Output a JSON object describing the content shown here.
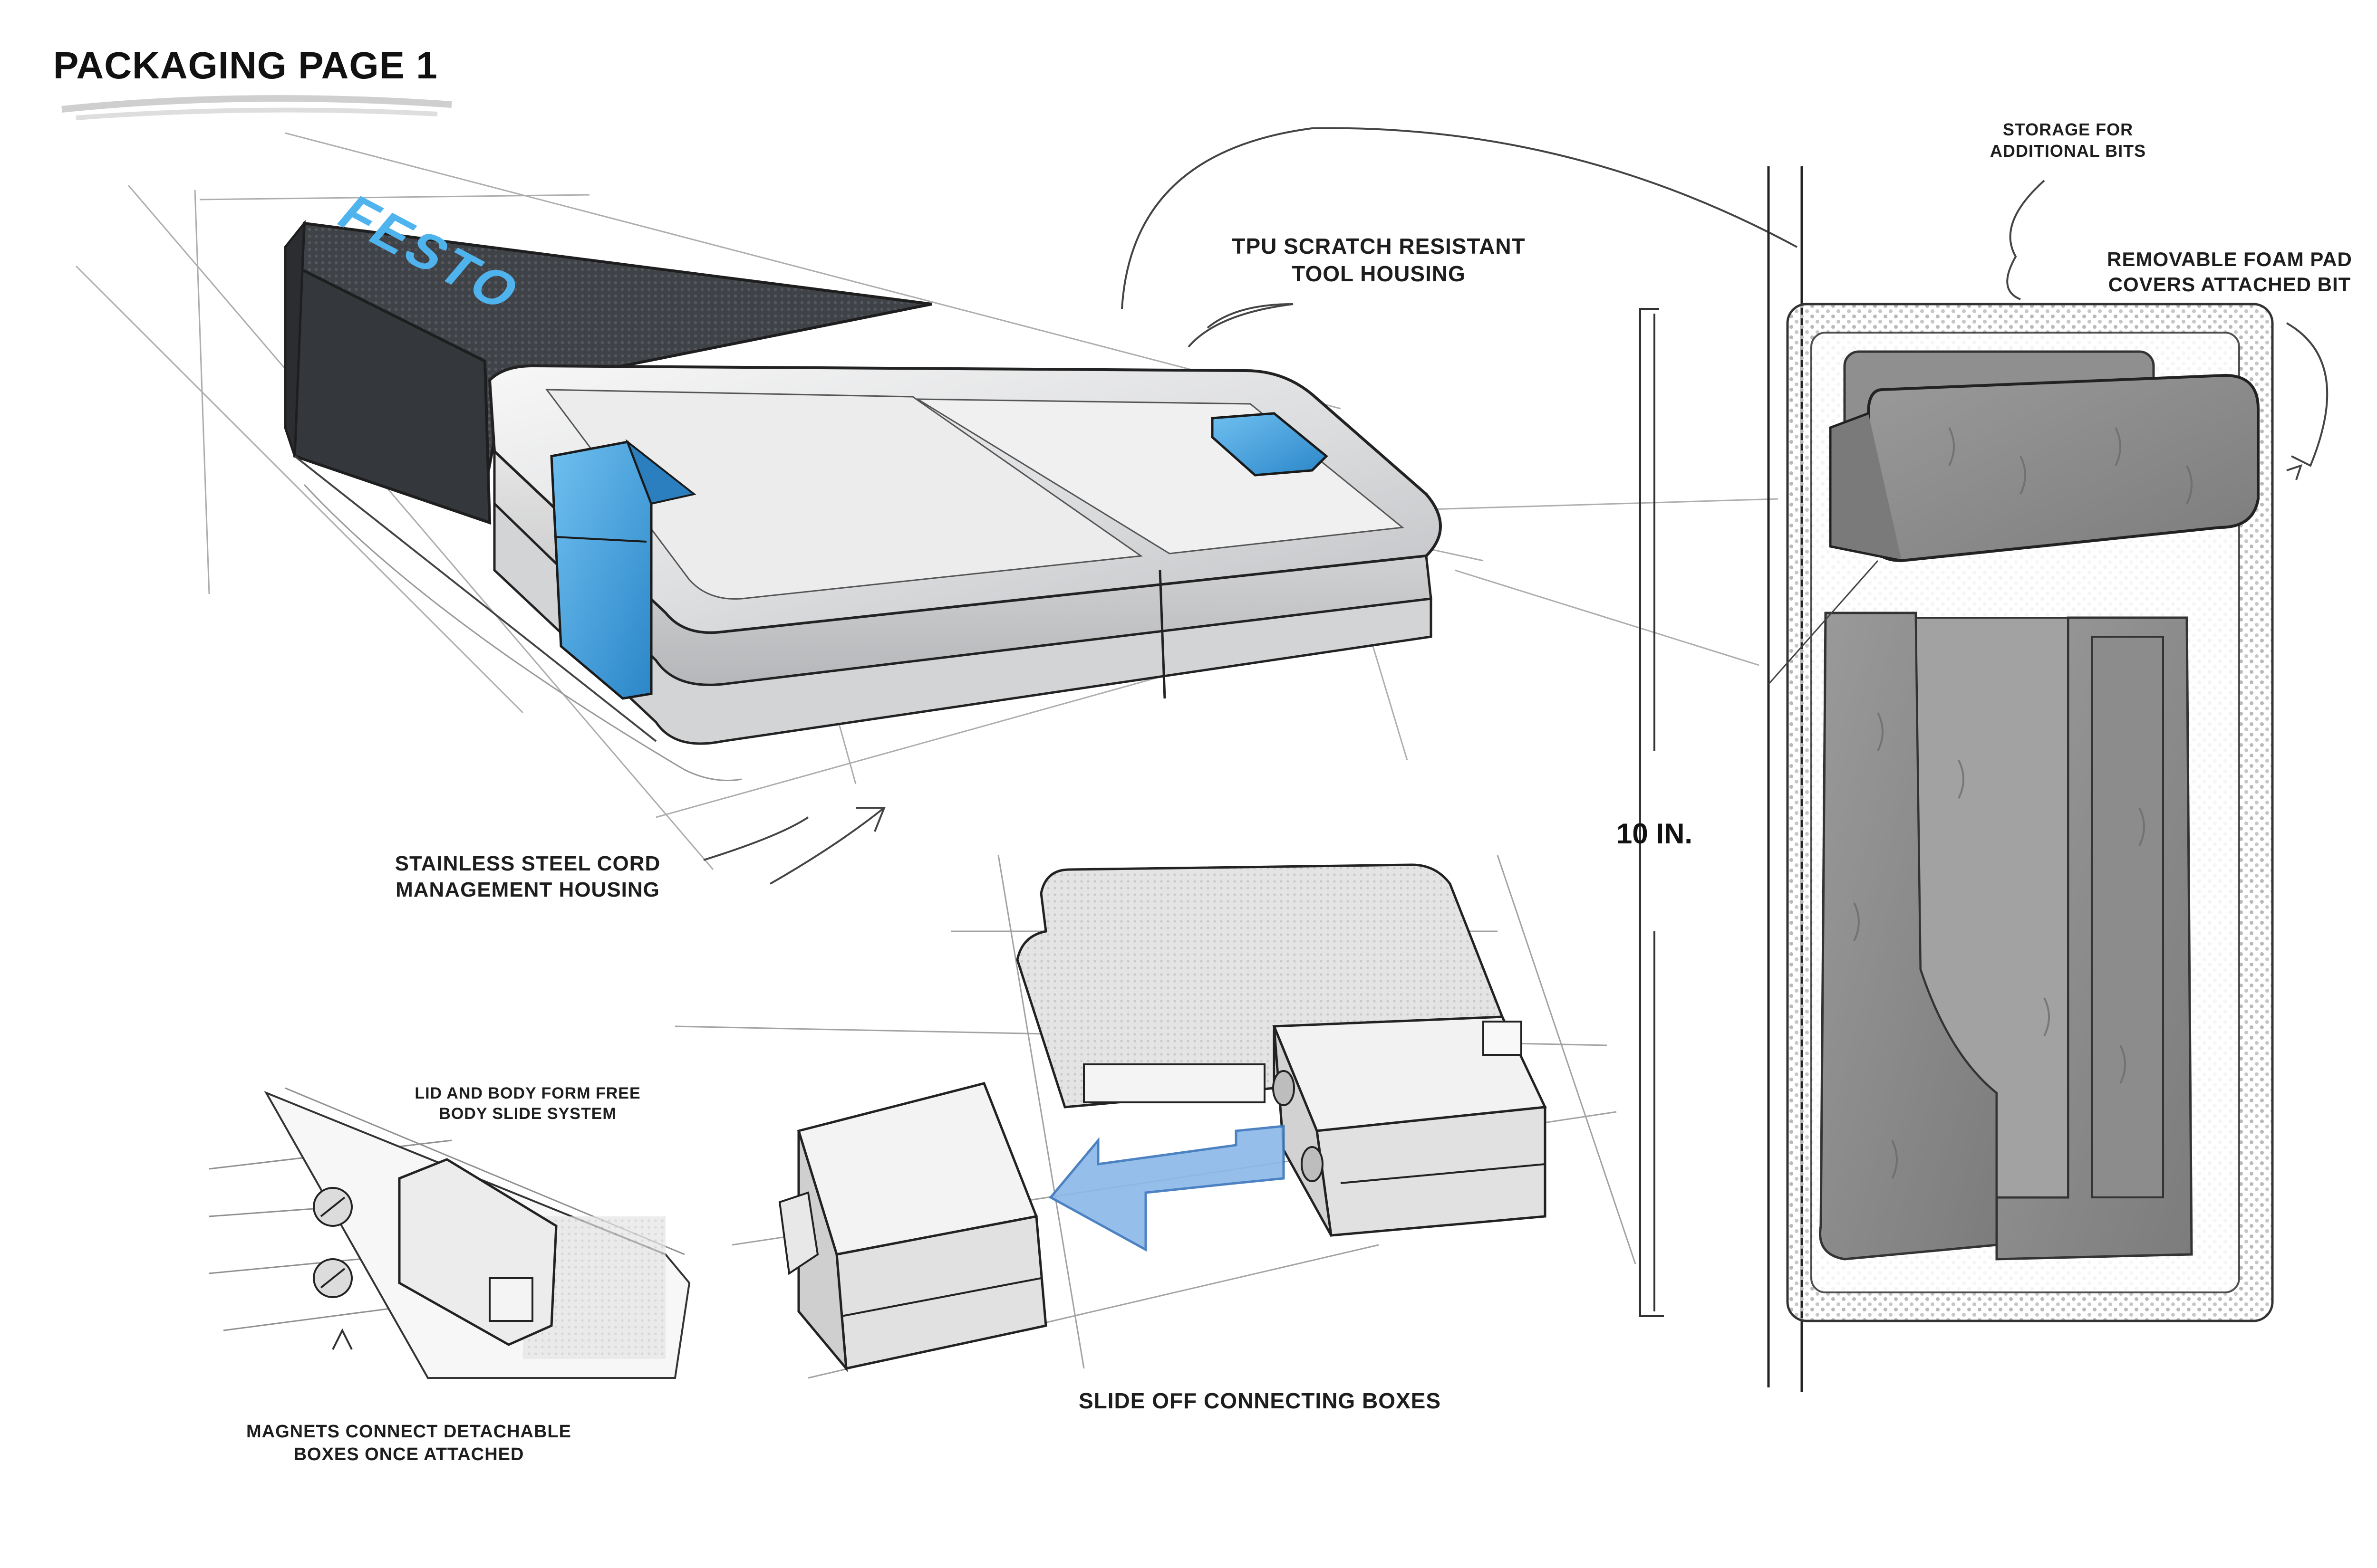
{
  "page": {
    "title": "PACKAGING PAGE 1"
  },
  "colors": {
    "accent_blue": "#3ea0e0",
    "housing_dark": "#3a3d42",
    "housing_light": "#e8e9ea",
    "foam_gray": "#8e8e8e",
    "line": "#2b2b2b"
  },
  "brand": {
    "logo_text": "FESTO"
  },
  "callouts": {
    "tpu_housing": "TPU SCRATCH RESISTANT\nTOOL HOUSING",
    "stainless_housing": "STAINLESS STEEL CORD\nMANAGEMENT HOUSING",
    "lid_body": "LID AND BODY FORM FREE\nBODY SLIDE SYSTEM",
    "magnets": "MAGNETS CONNECT DETACHABLE\nBOXES ONCE ATTACHED",
    "slide_off": "SLIDE OFF CONNECTING BOXES",
    "storage_bits": "STORAGE FOR\nADDITIONAL BITS",
    "foam_pad": "REMOVABLE FOAM PAD\nCOVERS ATTACHED BIT"
  },
  "dimension": {
    "height_label": "10 IN."
  },
  "icons": {
    "arrow": "slide-arrow-icon",
    "curved_leader": "curved-arrow-icon"
  }
}
